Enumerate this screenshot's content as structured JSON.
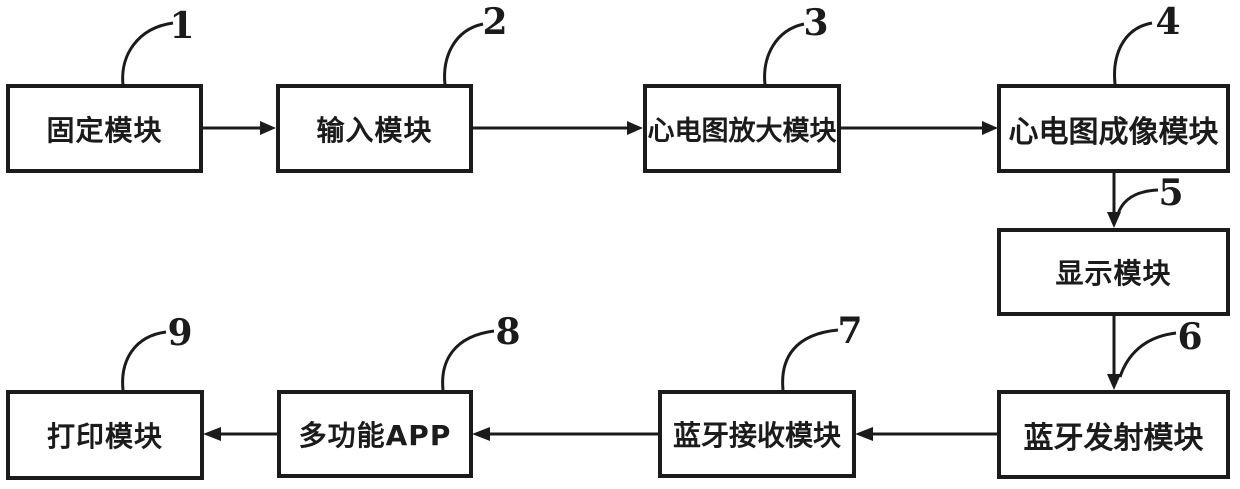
{
  "figure": {
    "type": "flowchart",
    "background_color": "#ffffff",
    "ink_color": "#1b1b1b"
  },
  "boxes": [
    {
      "number": "1",
      "label": "固定模块"
    },
    {
      "number": "2",
      "label": "输入模块"
    },
    {
      "number": "3",
      "label": "心电图放大模块"
    },
    {
      "number": "4",
      "label": "心电图成像模块"
    },
    {
      "number": "5",
      "label": "显示模块"
    },
    {
      "number": "6",
      "label": "蓝牙发射模块"
    },
    {
      "number": "7",
      "label": "蓝牙接收模块"
    },
    {
      "number": "8",
      "label": "多功能APP"
    },
    {
      "number": "9",
      "label": "打印模块"
    }
  ],
  "connections": [
    {
      "from": "固定模块",
      "to": "输入模块"
    },
    {
      "from": "输入模块",
      "to": "心电图放大模块"
    },
    {
      "from": "心电图放大模块",
      "to": "心电图成像模块"
    },
    {
      "from": "心电图成像模块",
      "to": "显示模块"
    },
    {
      "from": "显示模块",
      "to": "蓝牙发射模块"
    },
    {
      "from": "蓝牙发射模块",
      "to": "蓝牙接收模块"
    },
    {
      "from": "蓝牙接收模块",
      "to": "多功能APP"
    },
    {
      "from": "多功能APP",
      "to": "打印模块"
    }
  ]
}
